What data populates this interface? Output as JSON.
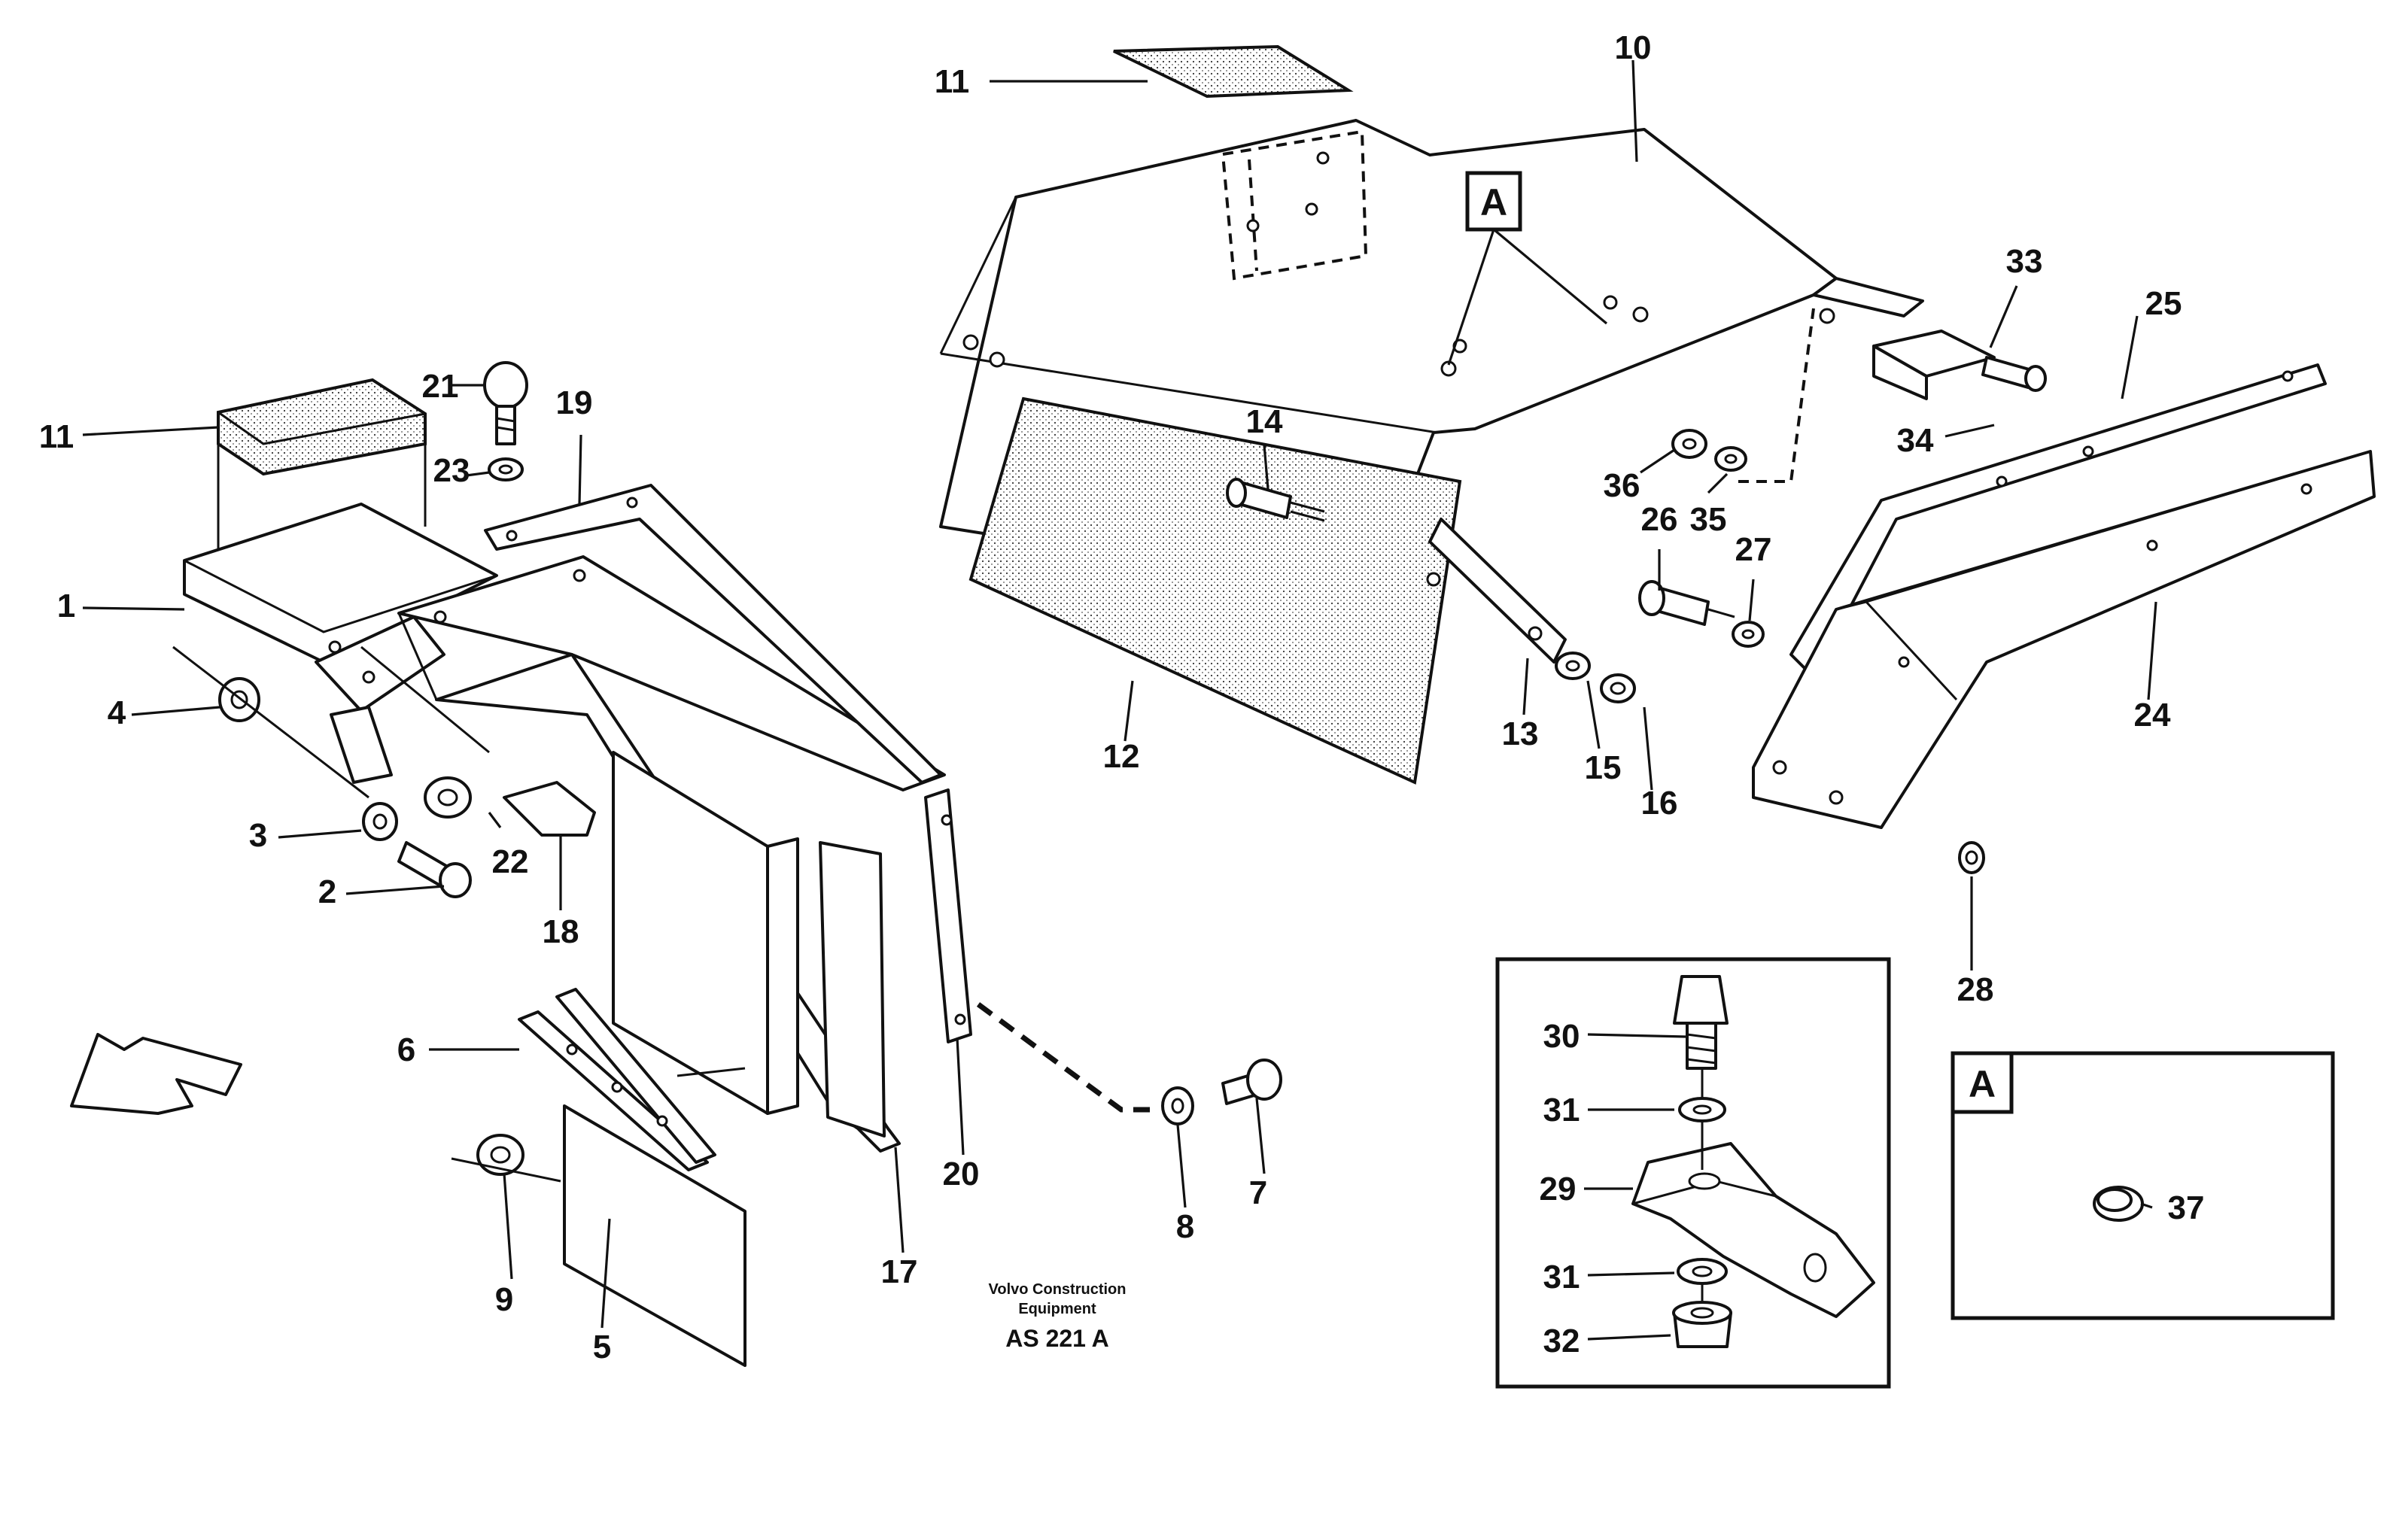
{
  "callouts": {
    "c1": "1",
    "c2": "2",
    "c3": "3",
    "c4": "4",
    "c5": "5",
    "c6": "6",
    "c7": "7",
    "c8": "8",
    "c9": "9",
    "c10": "10",
    "c11a": "11",
    "c11b": "11",
    "c12": "12",
    "c13": "13",
    "c14": "14",
    "c15": "15",
    "c16": "16",
    "c17": "17",
    "c18": "18",
    "c19": "19",
    "c20": "20",
    "c21": "21",
    "c22": "22",
    "c23": "23",
    "c24": "24",
    "c25": "25",
    "c26": "26",
    "c27": "27",
    "c28": "28",
    "c29": "29",
    "c30": "30",
    "c31a": "31",
    "c31b": "31",
    "c32": "32",
    "c33": "33",
    "c34": "34",
    "c35": "35",
    "c36": "36",
    "c37": "37"
  },
  "view_markers": {
    "main": "A",
    "detail": "A"
  },
  "footer": {
    "line1": "Volvo Construction",
    "line2": "Equipment",
    "code": "AS 221 A"
  }
}
